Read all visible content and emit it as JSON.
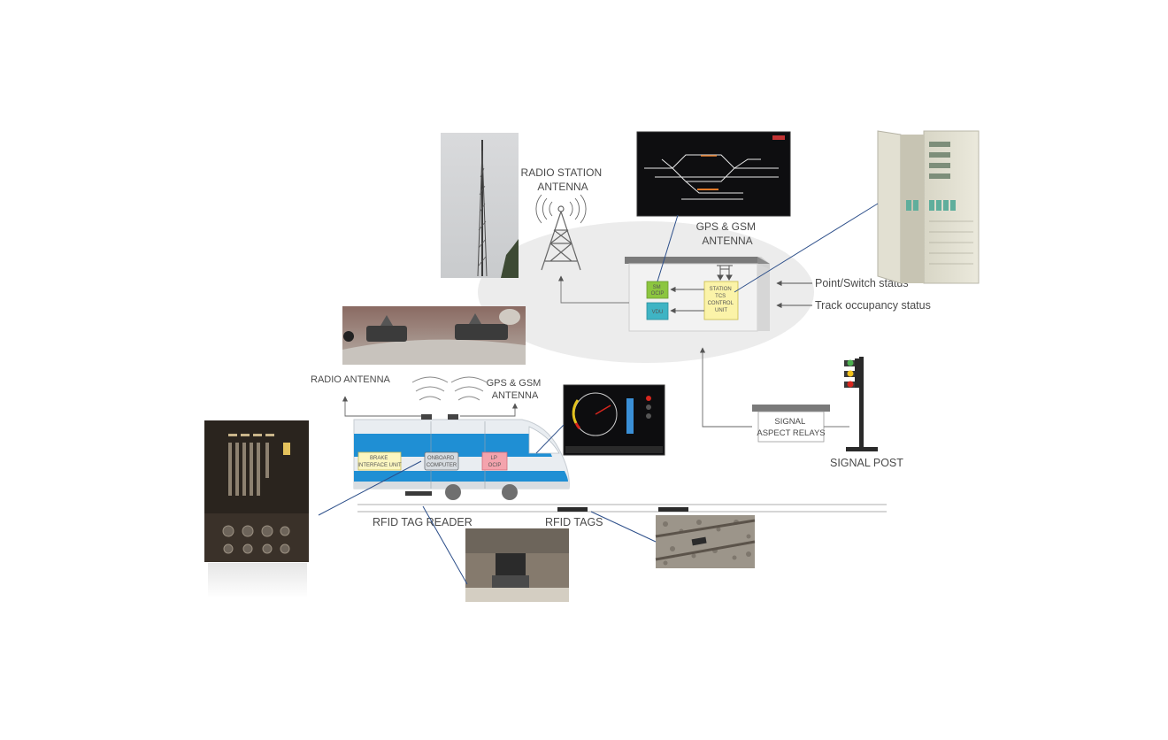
{
  "labels": {
    "radio_station_antenna": [
      "RADIO STATION",
      "ANTENNA"
    ],
    "gps_gsm_antenna_station": [
      "GPS & GSM",
      "ANTENNA"
    ],
    "point_switch_status": "Point/Switch status",
    "track_occupancy_status": "Track occupancy status",
    "radio_antenna": "RADIO ANTENNA",
    "gps_gsm_antenna_loco": [
      "GPS & GSM",
      "ANTENNA"
    ],
    "signal_aspect_relays": [
      "SIGNAL",
      "ASPECT RELAYS"
    ],
    "signal_post": "SIGNAL POST",
    "rfid_tag_reader": "RFID TAG READER",
    "rfid_tags": "RFID TAGS"
  },
  "station_unit": {
    "sm_ocip": [
      "SM",
      "OCIP"
    ],
    "vdu": "VDU",
    "control_unit": [
      "STATION",
      "TCS",
      "CONTROL",
      "UNIT"
    ]
  },
  "loco_units": {
    "brake_interface": [
      "BRAKE",
      "INTERFACE UNIT"
    ],
    "onboard_computer": [
      "ONBOARD",
      "COMPUTER"
    ],
    "lp_ocip": [
      "LP",
      "OCIP"
    ]
  },
  "colors": {
    "train_blue": "#1f8fd4",
    "sm_green": "#8cc63f",
    "vdu_teal": "#3fb4c4",
    "control_yellow": "#fbf3a8",
    "brake_yellow": "#fbf6c0",
    "lp_pink": "#f4a3ad",
    "signal_red": "#d7261e",
    "signal_yellow": "#f2c21b",
    "signal_green": "#4caf50"
  }
}
